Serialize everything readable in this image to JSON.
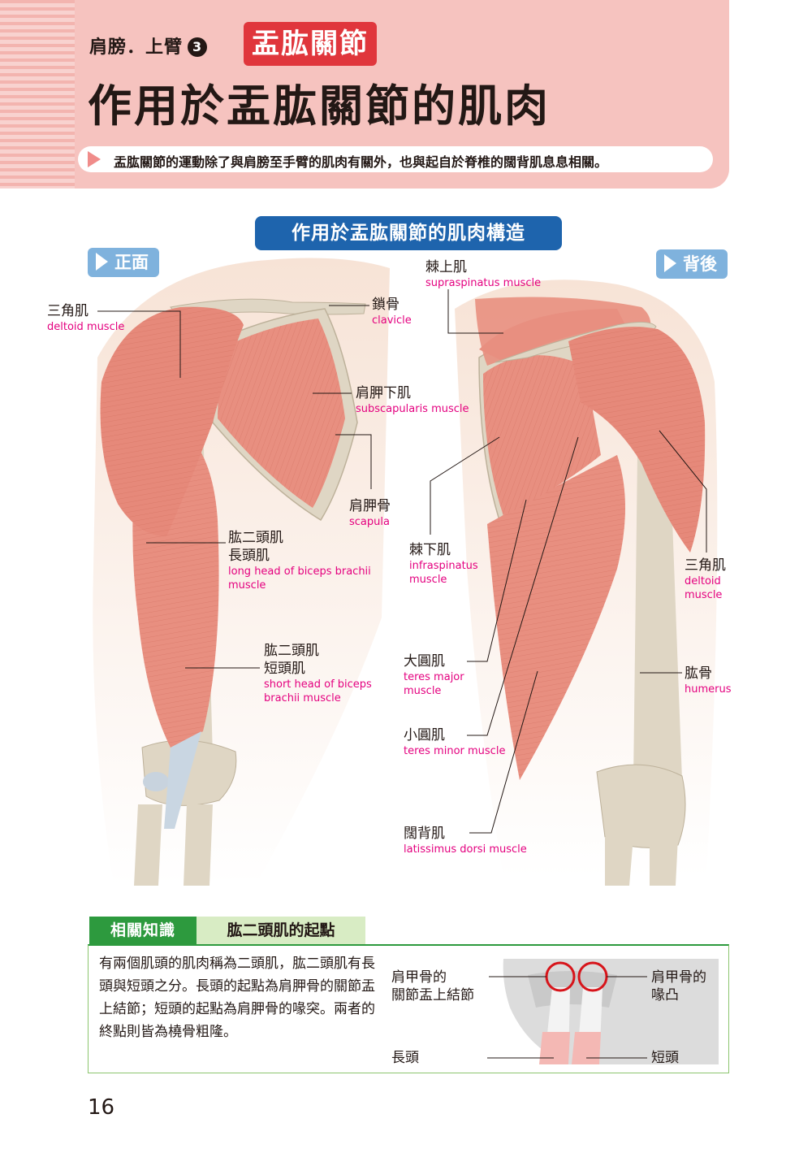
{
  "header": {
    "section": "肩膀．上臂",
    "chapter_number": "3",
    "topic": "盂肱關節",
    "title": "作用於盂肱關節的肌肉",
    "summary": "盂肱關節的運動除了與肩膀至手臂的肌肉有關外，也與起自於脊椎的闊背肌息息相關。"
  },
  "diagram": {
    "title": "作用於盂肱關節的肌肉構造",
    "front_tag": "正面",
    "back_tag": "背後",
    "colors": {
      "muscle": "#e88f80",
      "muscle_dark": "#d0705f",
      "bone": "#dfd6c4",
      "skin": "#f7e3d6",
      "english_label": "#e4007f"
    },
    "labels": {
      "deltoid_front": {
        "zh": "三角肌",
        "en": "deltoid muscle"
      },
      "clavicle": {
        "zh": "鎖骨",
        "en": "clavicle"
      },
      "subscapularis": {
        "zh": "肩胛下肌",
        "en": "subscapularis muscle"
      },
      "scapula": {
        "zh": "肩胛骨",
        "en": "scapula"
      },
      "biceps_long": {
        "zh1": "肱二頭肌",
        "zh2": "長頭肌",
        "en1": "long head of biceps brachii",
        "en2": "muscle"
      },
      "biceps_short": {
        "zh1": "肱二頭肌",
        "zh2": "短頭肌",
        "en1": "short head of biceps",
        "en2": "brachii muscle"
      },
      "supraspinatus": {
        "zh": "棘上肌",
        "en": "supraspinatus muscle"
      },
      "infraspinatus": {
        "zh": "棘下肌",
        "en1": "infraspinatus",
        "en2": "muscle"
      },
      "teres_major": {
        "zh": "大圓肌",
        "en1": "teres major",
        "en2": "muscle"
      },
      "teres_minor": {
        "zh": "小圓肌",
        "en": "teres minor muscle"
      },
      "latissimus": {
        "zh": "闊背肌",
        "en": "latissimus dorsi muscle"
      },
      "deltoid_back": {
        "zh": "三角肌",
        "en1": "deltoid",
        "en2": "muscle"
      },
      "humerus": {
        "zh": "肱骨",
        "en": "humerus"
      }
    }
  },
  "related": {
    "tag": "相關知識",
    "title": "肱二頭肌的起點",
    "text": "有兩個肌頭的肌肉稱為二頭肌，肱二頭肌有長頭與短頭之分。長頭的起點為肩胛骨的關節盂上結節；短頭的起點為肩胛骨的喙突。兩者的終點則皆為橈骨粗隆。",
    "illustration_labels": {
      "supraglenoid_1": "肩甲骨的",
      "supraglenoid_2": "關節盂上結節",
      "coracoid_1": "肩甲骨的",
      "coracoid_2": "喙凸",
      "long_head": "長頭",
      "short_head": "短頭"
    },
    "circle_color": "#d7141a"
  },
  "page_number": "16"
}
